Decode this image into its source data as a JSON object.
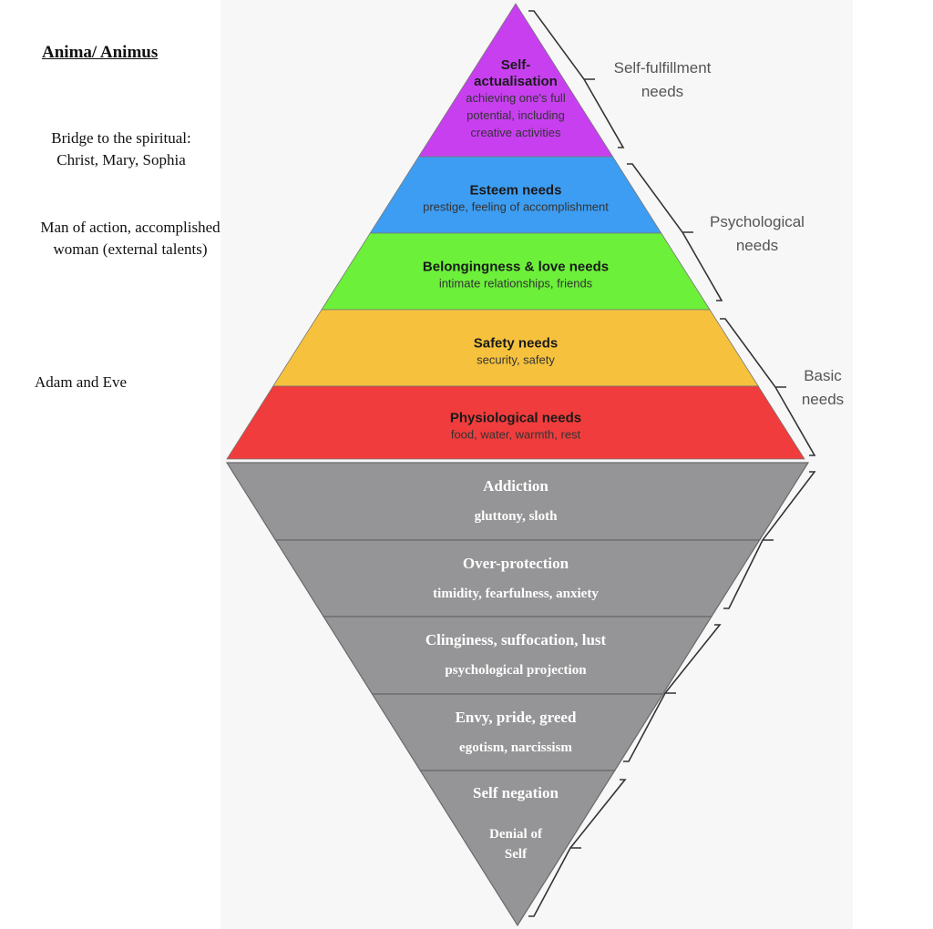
{
  "left_panel": {
    "title": "Anima/ Animus",
    "notes": [
      {
        "lines": [
          "Bridge to the spiritual:",
          "Christ, Mary, Sophia"
        ]
      },
      {
        "lines": [
          "Man of action, accomplished",
          "woman (external talents)"
        ]
      },
      {
        "lines": [
          "Adam and Eve"
        ]
      }
    ]
  },
  "pyramid_up": {
    "tiers": [
      {
        "title_lines": [
          "Self-",
          "actualisation"
        ],
        "desc_lines": [
          "achieving one's full",
          "potential, including",
          "creative activities"
        ],
        "color": "#c83ff0"
      },
      {
        "title_lines": [
          "Esteem needs"
        ],
        "desc_lines": [
          "prestige, feeling of accomplishment"
        ],
        "color": "#3d9df2"
      },
      {
        "title_lines": [
          "Belongingness & love needs"
        ],
        "desc_lines": [
          "intimate relationships, friends"
        ],
        "color": "#6cf03a"
      },
      {
        "title_lines": [
          "Safety needs"
        ],
        "desc_lines": [
          "security, safety"
        ],
        "color": "#f6c23e"
      },
      {
        "title_lines": [
          "Physiological needs"
        ],
        "desc_lines": [
          "food, water, warmth, rest"
        ],
        "color": "#f03c3c"
      }
    ],
    "groups": [
      {
        "label_lines": [
          "Self-fulfillment",
          "needs"
        ]
      },
      {
        "label_lines": [
          "Psychological",
          "needs"
        ]
      },
      {
        "label_lines": [
          "Basic",
          "needs"
        ]
      }
    ]
  },
  "pyramid_down": {
    "color": "#959597",
    "tiers": [
      {
        "title_lines": [
          "Addiction"
        ],
        "desc_lines": [
          "gluttony, sloth"
        ]
      },
      {
        "title_lines": [
          "Over-protection"
        ],
        "desc_lines": [
          "timidity, fearfulness, anxiety"
        ]
      },
      {
        "title_lines": [
          "Clinginess, suffocation, lust"
        ],
        "desc_lines": [
          "psychological projection"
        ]
      },
      {
        "title_lines": [
          "Envy, pride, greed"
        ],
        "desc_lines": [
          "egotism, narcissism"
        ]
      },
      {
        "title_lines": [
          "Self negation"
        ],
        "desc_lines": [
          "Denial of",
          "Self"
        ]
      }
    ]
  }
}
